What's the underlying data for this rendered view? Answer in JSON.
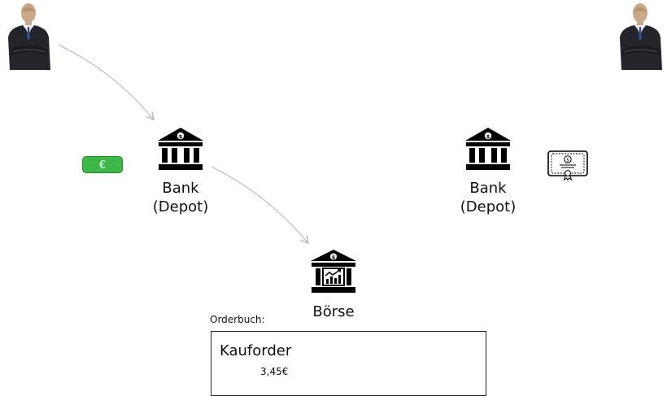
{
  "nodes": {
    "bank_left": {
      "label": "Bank\n(Depot)"
    },
    "bank_right": {
      "label": "Bank\n(Depot)"
    },
    "exchange": {
      "label": "Börse"
    }
  },
  "euro_badge": {
    "text": "€",
    "color": "#3db847"
  },
  "orderbook": {
    "label": "Orderbuch:",
    "order_type": "Kauforder",
    "price": "3,45€"
  },
  "icons": {
    "person_left": "businessman-icon",
    "person_right": "businessman-icon",
    "bank_left": "bank-icon",
    "bank_right": "bank-icon",
    "exchange": "stock-exchange-icon",
    "certificate": "certificate-icon"
  }
}
